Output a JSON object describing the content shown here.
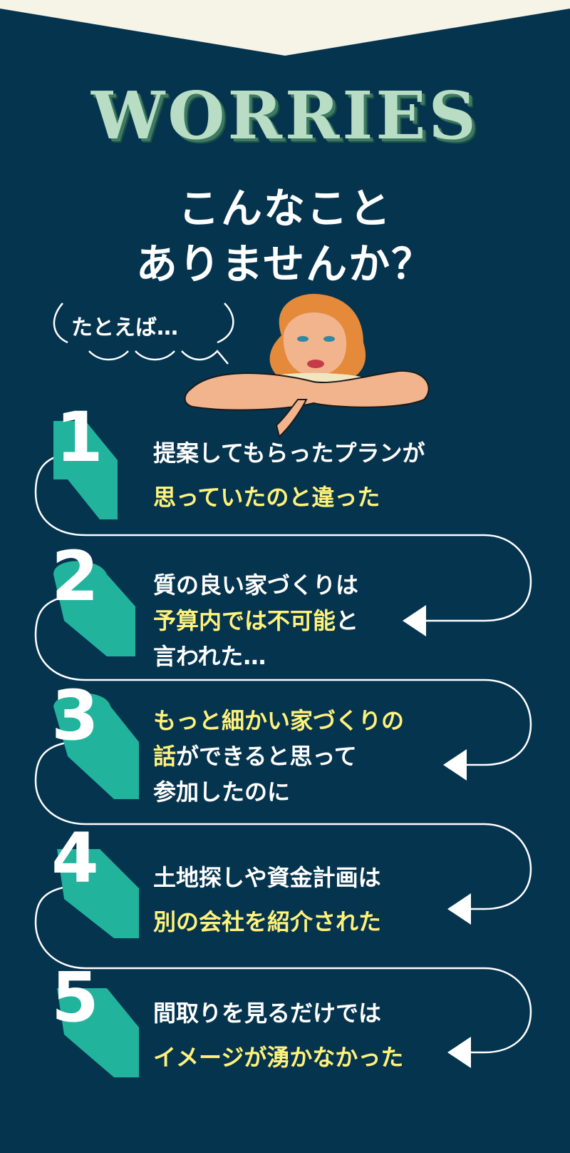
{
  "colors": {
    "background": "#05344f",
    "top_band": "#f6f4e6",
    "teal": "#21b39c",
    "highlight": "#fff27a",
    "eyebrow": "#b9ddc4"
  },
  "header": {
    "eyebrow": "WORRIES",
    "title_line1": "こんなこと",
    "title_line2": "ありませんか？"
  },
  "bubble": {
    "text": "たとえば…"
  },
  "illustration": {
    "icon": "woman-resting-on-arms"
  },
  "worries": [
    {
      "number": "1",
      "lines": [
        [
          {
            "t": "提案してもらったプランが",
            "h": false
          }
        ],
        [
          {
            "t": "思っていたのと違った",
            "h": true
          }
        ]
      ]
    },
    {
      "number": "2",
      "lines": [
        [
          {
            "t": "質の良い家づくりは",
            "h": false
          }
        ],
        [
          {
            "t": "予算内では不可能",
            "h": true
          },
          {
            "t": "と",
            "h": false
          }
        ],
        [
          {
            "t": "言われた…",
            "h": false
          }
        ]
      ]
    },
    {
      "number": "3",
      "lines": [
        [
          {
            "t": "もっと細かい家づくりの",
            "h": true
          }
        ],
        [
          {
            "t": "話",
            "h": true
          },
          {
            "t": "ができると思って",
            "h": false
          }
        ],
        [
          {
            "t": "参加したのに",
            "h": false
          }
        ]
      ]
    },
    {
      "number": "4",
      "lines": [
        [
          {
            "t": "土地探しや資金計画は",
            "h": false
          }
        ],
        [
          {
            "t": "別の会社を紹介された",
            "h": true
          }
        ]
      ]
    },
    {
      "number": "5",
      "lines": [
        [
          {
            "t": "間取りを見るだけでは",
            "h": false
          }
        ],
        [
          {
            "t": "イメージが湧かなかった",
            "h": true
          }
        ]
      ]
    }
  ]
}
